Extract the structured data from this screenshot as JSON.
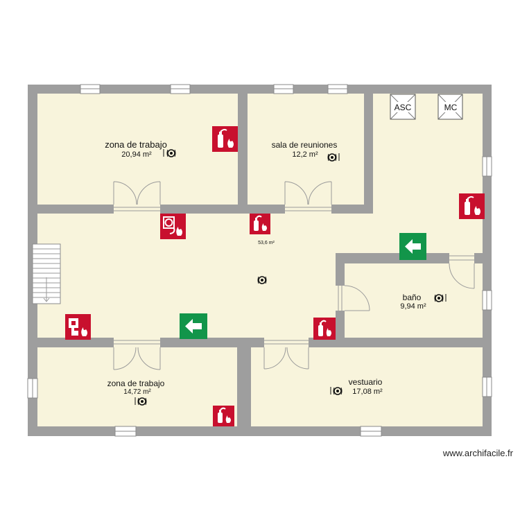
{
  "plan": {
    "rooms": [
      {
        "label": "zona de trabajo",
        "area": "20,94 m²"
      },
      {
        "label": "sala de reuniones",
        "area": "12,2 m²"
      },
      {
        "label": "",
        "area": "53,6 m²"
      },
      {
        "label": "baño",
        "area": "9,94 m²"
      },
      {
        "label": "zona de trabajo",
        "area": "14,72 m²"
      },
      {
        "label": "vestuario",
        "area": "17,08 m²"
      }
    ],
    "fixtures": {
      "elevator": "ASC",
      "machine_room": "MC"
    },
    "safety_signs": [
      "fire-extinguisher",
      "fire-extinguisher",
      "fire-extinguisher",
      "fire-extinguisher",
      "fire-extinguisher",
      "fire-hose",
      "fire-alarm",
      "emergency-exit-arrow",
      "emergency-exit-arrow"
    ],
    "colors": {
      "wall": "#9e9e9e",
      "floor": "#f8f4dc",
      "sign_red": "#c8102e",
      "exit_green": "#12954a"
    }
  },
  "watermark": "www.archifacile.fr"
}
